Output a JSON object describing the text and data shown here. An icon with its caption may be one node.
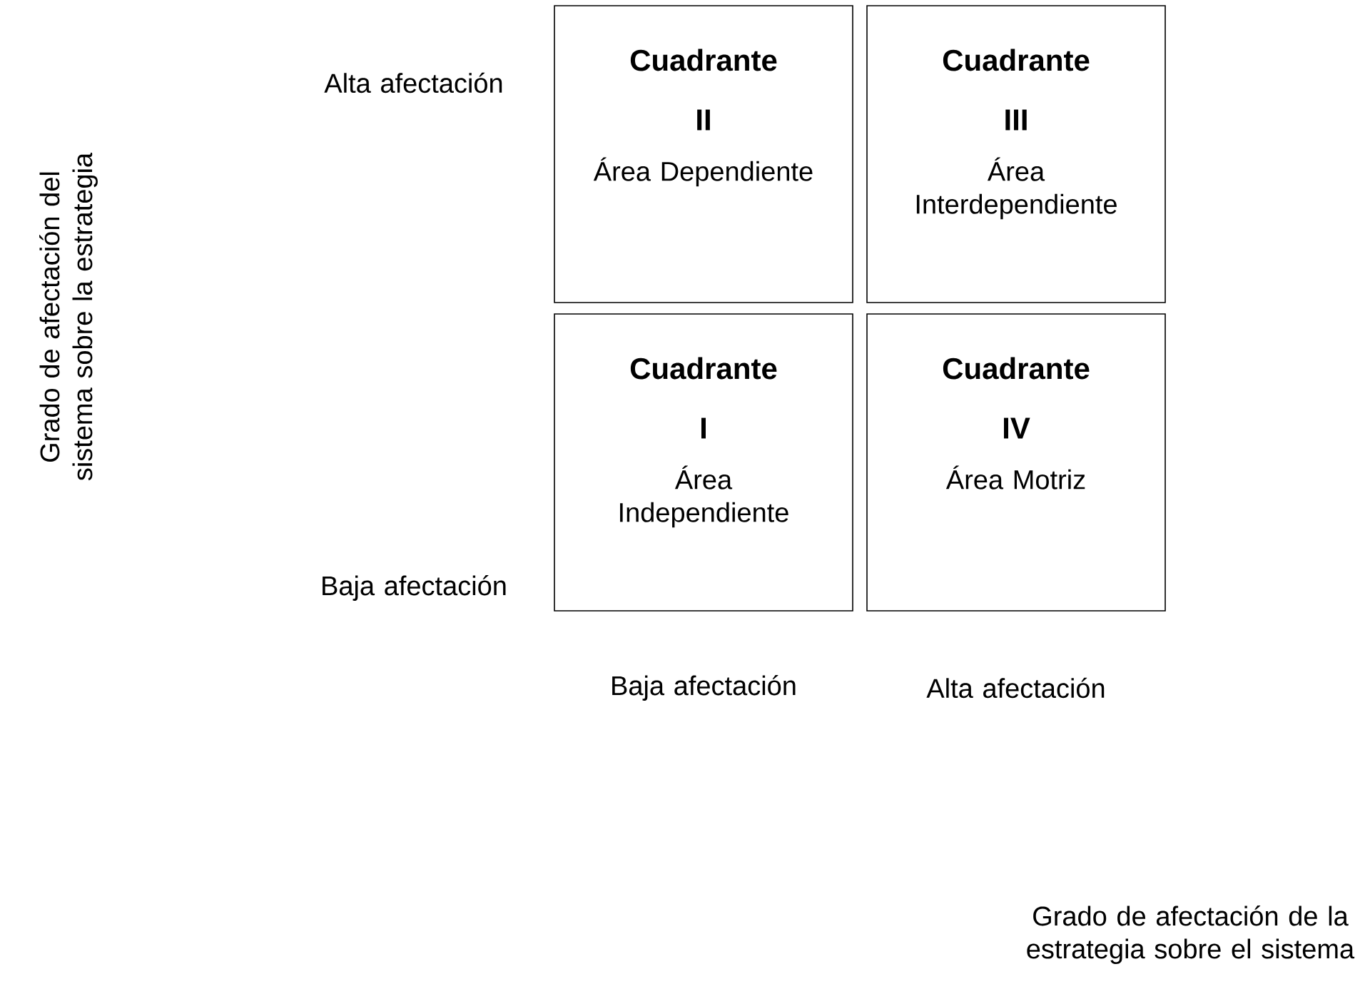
{
  "diagram": {
    "nodes": [
      {
        "text": [
          "Cuadrante",
          "II",
          "Área Dependiente"
        ]
      },
      {
        "text": [
          "Cuadrante",
          "III",
          "Área Interdependiente"
        ]
      },
      {
        "text": [
          "Cuadrante",
          "I",
          "Área Independiente"
        ]
      },
      {
        "text": [
          "Cuadrante",
          "IV",
          "Área Motriz"
        ]
      }
    ],
    "labels": [
      "Grado de afectación del sistema sobre la estrategia",
      "Alta afectación",
      "Baja afectación",
      "Baja afectación",
      "Alta afectación",
      "Grado de afectación de la estrategia sobre el sistema"
    ]
  }
}
